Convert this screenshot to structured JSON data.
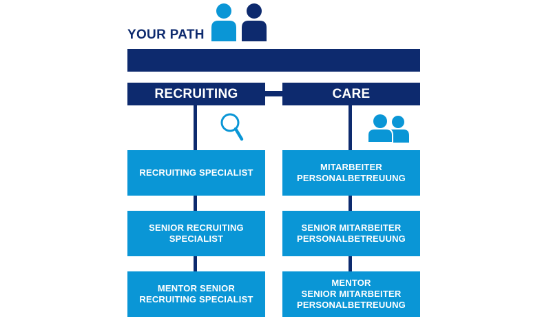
{
  "title": "YOUR PATH",
  "icons": {
    "people_top": "two-people-icon",
    "search": "magnifier-icon",
    "care": "people-pair-icon"
  },
  "colors": {
    "navy": "#0d2a6e",
    "cyan": "#0a96d6"
  },
  "columns": [
    {
      "header": "RECRUITING",
      "boxes": [
        "RECRUITING SPECIALIST",
        "SENIOR RECRUITING\nSPECIALIST",
        "MENTOR SENIOR\nRECRUITING SPECIALIST"
      ]
    },
    {
      "header": "CARE",
      "boxes": [
        "MITARBEITER\nPERSONALBETREUUNG",
        "SENIOR MITARBEITER\nPERSONALBETREUUNG",
        "MENTOR\nSENIOR MITARBEITER\nPERSONALBETREUUNG"
      ]
    }
  ]
}
